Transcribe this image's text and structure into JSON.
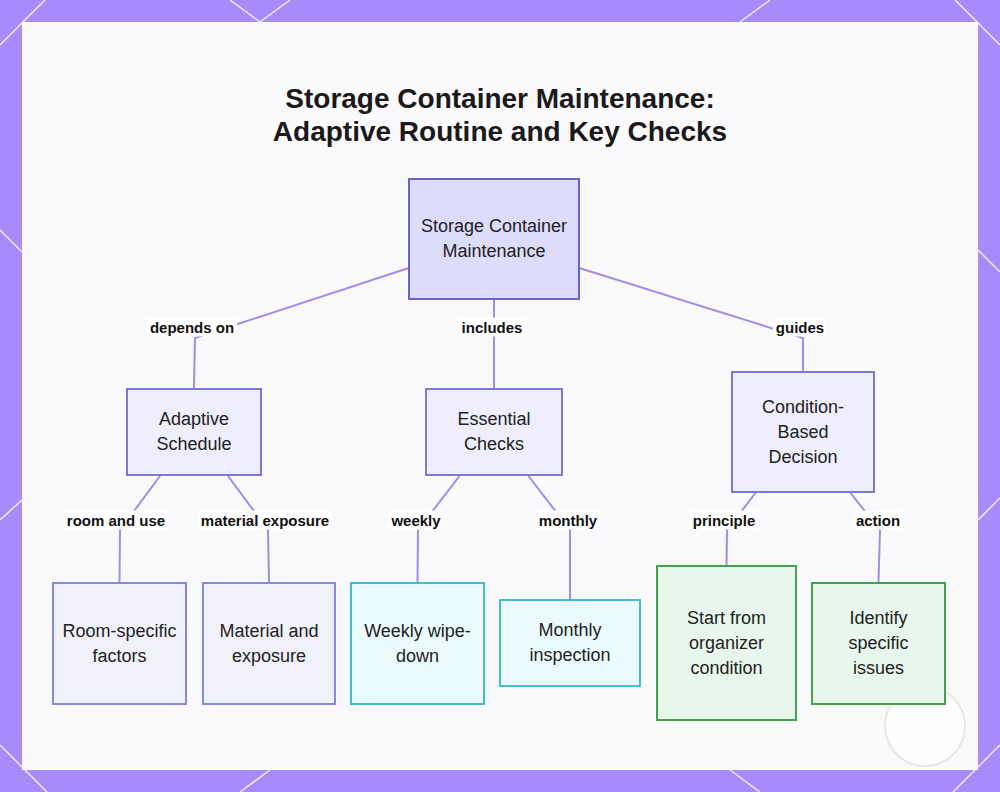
{
  "diagram": {
    "title": "Storage Container Maintenance: Adaptive Routine and Key Checks",
    "nodes": [
      {
        "text": [
          "Storage Container Maintenance"
        ]
      },
      {
        "text": [
          "Adaptive Schedule"
        ]
      },
      {
        "text": [
          "Essential Checks"
        ]
      },
      {
        "text": [
          "Condition-Based Decision"
        ]
      },
      {
        "text": [
          "Room-specific factors"
        ]
      },
      {
        "text": [
          "Material and exposure"
        ]
      },
      {
        "text": [
          "Weekly wipe-down"
        ]
      },
      {
        "text": [
          "Monthly inspection"
        ]
      },
      {
        "text": [
          "Start from organizer condition"
        ]
      },
      {
        "text": [
          "Identify specific issues"
        ]
      }
    ],
    "edges": [
      {
        "from": 0,
        "to": 1,
        "label": "depends on",
        "arrow": "none"
      },
      {
        "from": 0,
        "to": 2,
        "label": "includes",
        "arrow": "none"
      },
      {
        "from": 0,
        "to": 3,
        "label": "guides",
        "arrow": "none"
      },
      {
        "from": 1,
        "to": 4,
        "label": "room and use",
        "arrow": "none"
      },
      {
        "from": 1,
        "to": 5,
        "label": "material exposure",
        "arrow": "none"
      },
      {
        "from": 2,
        "to": 6,
        "label": "weekly",
        "arrow": "none"
      },
      {
        "from": 2,
        "to": 7,
        "label": "monthly",
        "arrow": "none"
      },
      {
        "from": 3,
        "to": 8,
        "label": "principle",
        "arrow": "none"
      },
      {
        "from": 3,
        "to": 9,
        "label": "action",
        "arrow": "none"
      }
    ]
  }
}
